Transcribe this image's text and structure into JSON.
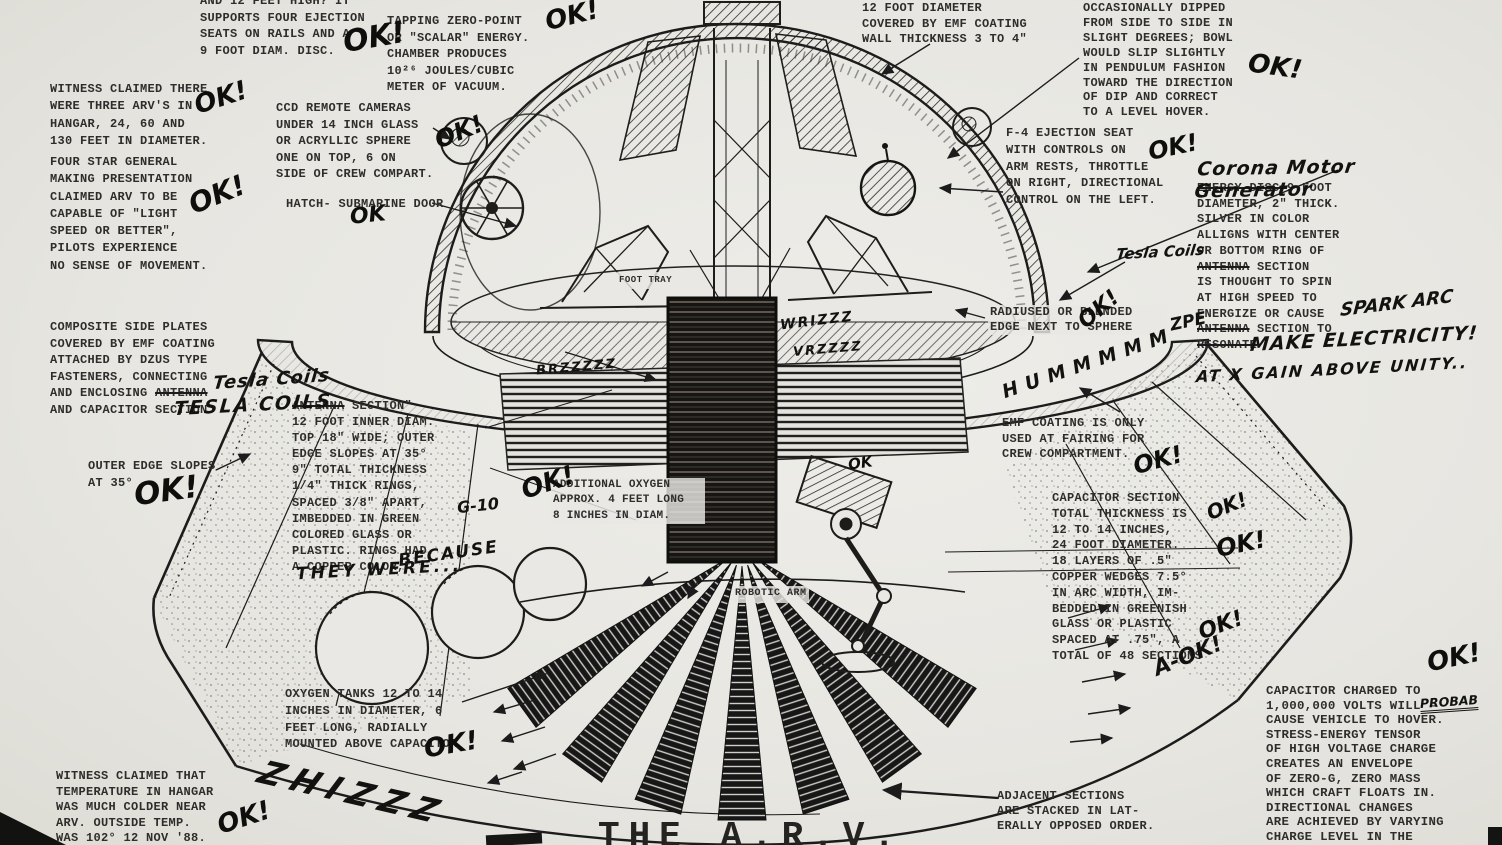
{
  "title": "THE A.R.V.",
  "colors": {
    "paper": "#e9e8e4",
    "ink": "#1c1c1c",
    "typed_text": "#2e2d2b"
  },
  "typed_notes": {
    "ejection_support": "AND 12 FEET HIGH? IT\nSUPPORTS FOUR EJECTION\nSEATS ON RAILS AND A\n9 FOOT DIAM. DISC.",
    "zero_point": "TAPPING ZERO-POINT\nOR \"SCALAR\" ENERGY.\nCHAMBER PRODUCES\n10²⁶ JOULES/CUBIC\nMETER OF VACUUM.",
    "witness_three_arvs": "WITNESS CLAIMED THERE\nWERE THREE ARV'S IN\nHANGAR, 24, 60 AND\n130 FEET IN DIAMETER.",
    "four_star_general": "FOUR STAR GENERAL\nMAKING PRESENTATION\nCLAIMED ARV TO BE\nCAPABLE OF \"LIGHT\nSPEED OR BETTER\",\nPILOTS EXPERIENCE\nNO SENSE OF MOVEMENT.",
    "ccd_cameras": "CCD REMOTE CAMERAS\nUNDER 14 INCH GLASS\nOR ACRYLLIC SPHERE\nONE ON TOP, 6 ON\nSIDE OF CREW COMPART.",
    "hatch": "HATCH- SUBMARINE DOOR",
    "outer_edge": "OUTER EDGE SLOPES\nAT 35°",
    "additional_oxygen": "ADDITIONAL OXYGEN\nAPPROX. 4 FEET LONG\n8 INCHES IN DIAM.",
    "oxygen_tanks": "OXYGEN TANKS 12 TO 14\nINCHES IN DIAMETER, 6\nFEET LONG, RADIALLY\nMOUNTED ABOVE CAPACITOR",
    "witness_temperature": "WITNESS CLAIMED THAT\nTEMPERATURE IN HANGAR\nWAS MUCH COLDER NEAR\nARV. OUTSIDE TEMP.\nWAS 102° 12 NOV '88.",
    "twelve_foot_diameter": "12 FOOT DIAMETER\nCOVERED BY EMF COATING\nWALL THICKNESS 3 TO 4\"",
    "occasionally_dipped": "OCCASIONALLY DIPPED\nFROM SIDE TO SIDE IN\nSLIGHT DEGREES; BOWL\nWOULD SLIP SLIGHTLY\nIN PENDULUM FASHION\nTOWARD THE DIRECTION\nOF DIP AND CORRECT\nTO A LEVEL HOVER.",
    "f4_ejection_seat": "F-4 EJECTION SEAT\nWITH CONTROLS ON\nARM RESTS, THROTTLE\nON RIGHT, DIRECTIONAL\nCONTROL ON THE LEFT.",
    "radiused_edge": "RADIUSED OR BLENDED\nEDGE NEXT TO SPHERE",
    "emf_fairing": "EMF COATING IS ONLY\nUSED AT FAIRING FOR\nCREW COMPARTMENT.",
    "capacitor_section": "CAPACITOR SECTION\nTOTAL THICKNESS IS\n12 TO 14 INCHES,\n24 FOOT DIAMETER.\n18 LAYERS OF .5\"\nCOPPER WEDGES 7.5°\nIN ARC WIDTH, IM-\nBEDDED IN GREENISH\nGLASS OR PLASTIC\nSPACED AT .75\", A\nTOTAL OF 48 SECTIONS",
    "capacitor_charged": "CAPACITOR CHARGED TO\n1,000,000 VOLTS WILL –\nCAUSE VEHICLE TO HOVER.\nSTRESS-ENERGY TENSOR\nOF HIGH VOLTAGE CHARGE\nCREATES AN ENVELOPE\nOF ZERO-G, ZERO MASS\nWHICH CRAFT FLOATS IN.\nDIRECTIONAL CHANGES\nARE ACHIEVED BY VARYING\nCHARGE LEVEL IN THE",
    "adjacent_sections": "ADJACENT SECTIONS\nARE STACKED IN LAT-\nERALLY OPPOSED ORDER.",
    "robotic_arm": "ROBOTIC ARM",
    "foot_tray": "FOOT TRAY"
  },
  "segmented_notes": {
    "composite_side_plates": [
      {
        "t": "COMPOSITE SIDE PLATES\nCOVERED BY EMF COATING\nATTACHED BY DZUS TYPE\nFASTENERS, CONNECTING\nAND ENCLOSING "
      },
      {
        "t": "ANTENNA",
        "s": true
      },
      {
        "t": "\nAND CAPACITOR SECTION."
      }
    ],
    "antenna_section": [
      {
        "t": "ANTENNA",
        "s": true
      },
      {
        "t": " SECTION\"\n12 FOOT INNER DIAM.\nTOP 18\" WIDE; OUTER\nEDGE SLOPES AT 35°\n9\" TOTAL THICKNESS\n1/4\" THICK RINGS,\nSPACED 3/8\" APART,\nIMBEDDED IN GREEN\nCOLORED GLASS OR\nPLASTIC. RINGS HAD\nA COPPER COLOR,"
      }
    ],
    "corona_details": [
      {
        "t": "ENERGY DISC,",
        "s": true
      },
      {
        "t": "9 FOOT\nDIAMETER, 2\" THICK.\nSILVER IN COLOR\nALLIGNS WITH CENTER\nOR BOTTOM RING OF\n"
      },
      {
        "t": "ANTENNA",
        "s": true
      },
      {
        "t": " SECTION\nIS THOUGHT TO SPIN\nAT HIGH SPEED TO\nENERGIZE OR CAUSE\n"
      },
      {
        "t": "ANTENNA",
        "s": true
      },
      {
        "t": " SECTION TO\n"
      },
      {
        "t": "RESONATE",
        "s": true
      }
    ]
  },
  "handwritten": {
    "ok": "OK!",
    "ok_plain": "OK",
    "a_ok": "A-OK!",
    "tesla_coils_cursive": "Tesla Coils",
    "tesla_coils_caps": "TESLA COILS",
    "g10": "G-10",
    "because": "BECAUSE",
    "they_were": "THEY WERE...",
    "corona_motor_generator": "Corona Motor Generator",
    "spark_arc": "SPARK ARC",
    "make_electricity": "MAKE ELECTRICITY!",
    "gain_above_unity": "AT X GAIN ABOVE UNITY..",
    "zpe": "ZPE",
    "probab": "PROBAB",
    "zhizzz": "ZHIZZZ",
    "brzzz": "BRZZZZZ",
    "wrizz": "WRIZZZ",
    "vrzzz": "VRZZZZ",
    "hummm": "HUMMMMM"
  }
}
